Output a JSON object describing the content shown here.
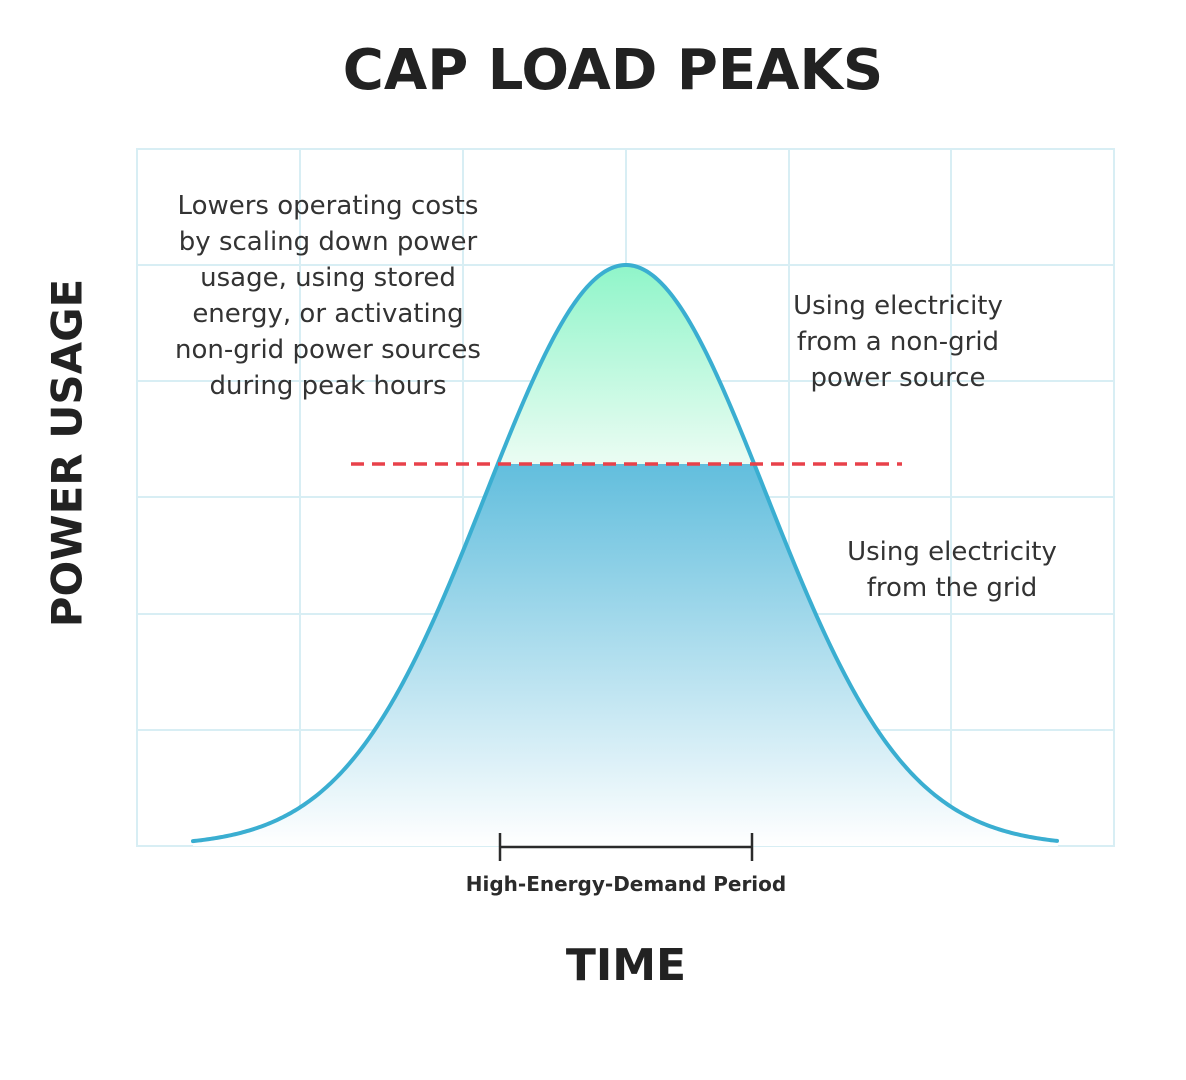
{
  "title": "CAP LOAD PEAKS",
  "axes": {
    "y_label": "POWER USAGE",
    "x_label": "TIME"
  },
  "period_label": "High-Energy-Demand Period",
  "annotations": {
    "left": "Lowers operating costs\nby scaling down power\nusage, using stored\nenergy, or activating\nnon-grid power sources\nduring peak hours",
    "right_top": "Using electricity\nfrom a non-grid\npower source",
    "right_bottom": "Using electricity\nfrom the grid"
  },
  "colors": {
    "curve": "#3aaed1",
    "grid": "#d8eef4",
    "cap_line": "#e8414a",
    "peak_fill_top": "#8ff5c9",
    "peak_fill_bottom": "#ebfcf3",
    "grid_fill_top": "#62bedd",
    "grid_fill_bottom": "#ffffff",
    "bracket": "#2b2b2b"
  }
}
